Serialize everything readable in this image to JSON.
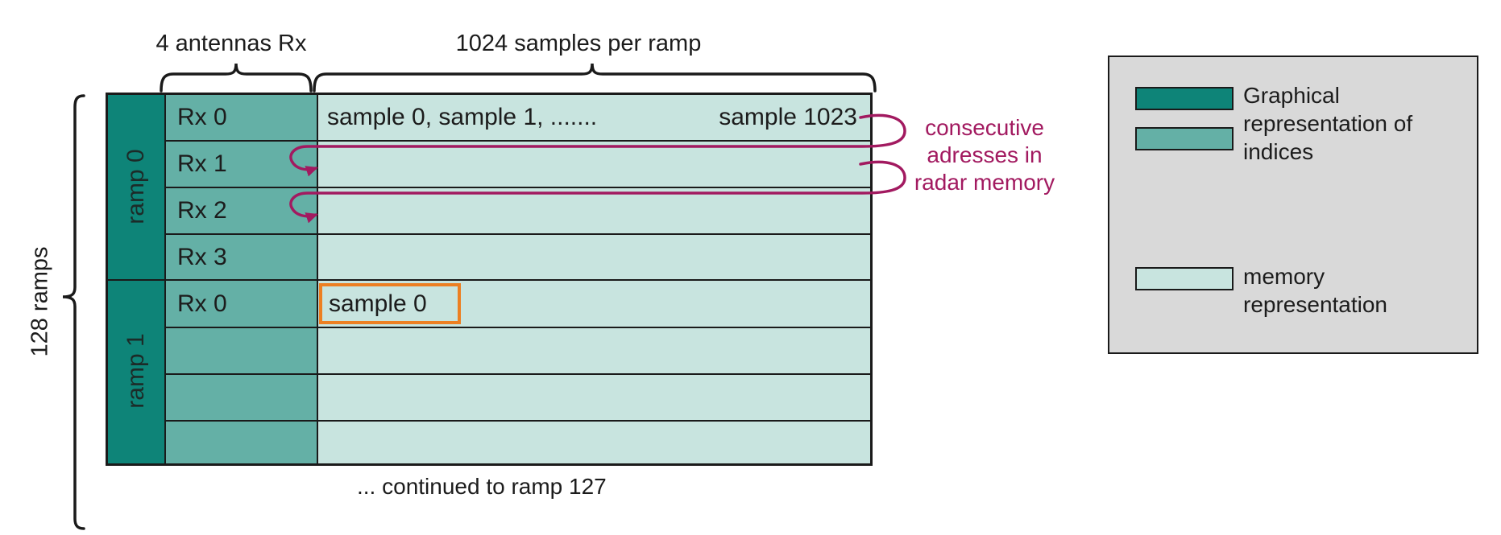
{
  "colors": {
    "dark_teal": "#0e8478",
    "medium_teal": "#64b0a6",
    "light_teal": "#c8e4df",
    "magenta": "#a21a60",
    "orange_highlight": "#ec7f22",
    "line": "#1a1a1a",
    "legend_bg": "#d9d9d9"
  },
  "top_labels": {
    "antennas": "4 antennas Rx",
    "samples": "1024 samples per ramp"
  },
  "left_label": "128 ramps",
  "bottom_label": "... continued to ramp 127",
  "table": {
    "ramps": [
      {
        "label": "ramp 0",
        "rx_rows": [
          "Rx 0",
          "Rx 1",
          "Rx 2",
          "Rx 3"
        ]
      },
      {
        "label": "ramp 1",
        "rx_rows": [
          "Rx 0",
          "",
          "",
          ""
        ]
      }
    ],
    "row1_samples_left": "sample 0, sample 1, .......",
    "row1_samples_right": "sample 1023",
    "highlight_cell": "sample 0"
  },
  "annotation": {
    "lines": [
      "consecutive",
      "adresses in",
      "radar memory"
    ]
  },
  "legend": {
    "items": [
      {
        "swatches": [
          "dark_teal",
          "medium_teal"
        ],
        "lines": [
          "Graphical",
          "representation of",
          "indices"
        ]
      },
      {
        "swatches": [
          "light_teal"
        ],
        "lines": [
          "memory",
          "representation"
        ]
      }
    ]
  }
}
